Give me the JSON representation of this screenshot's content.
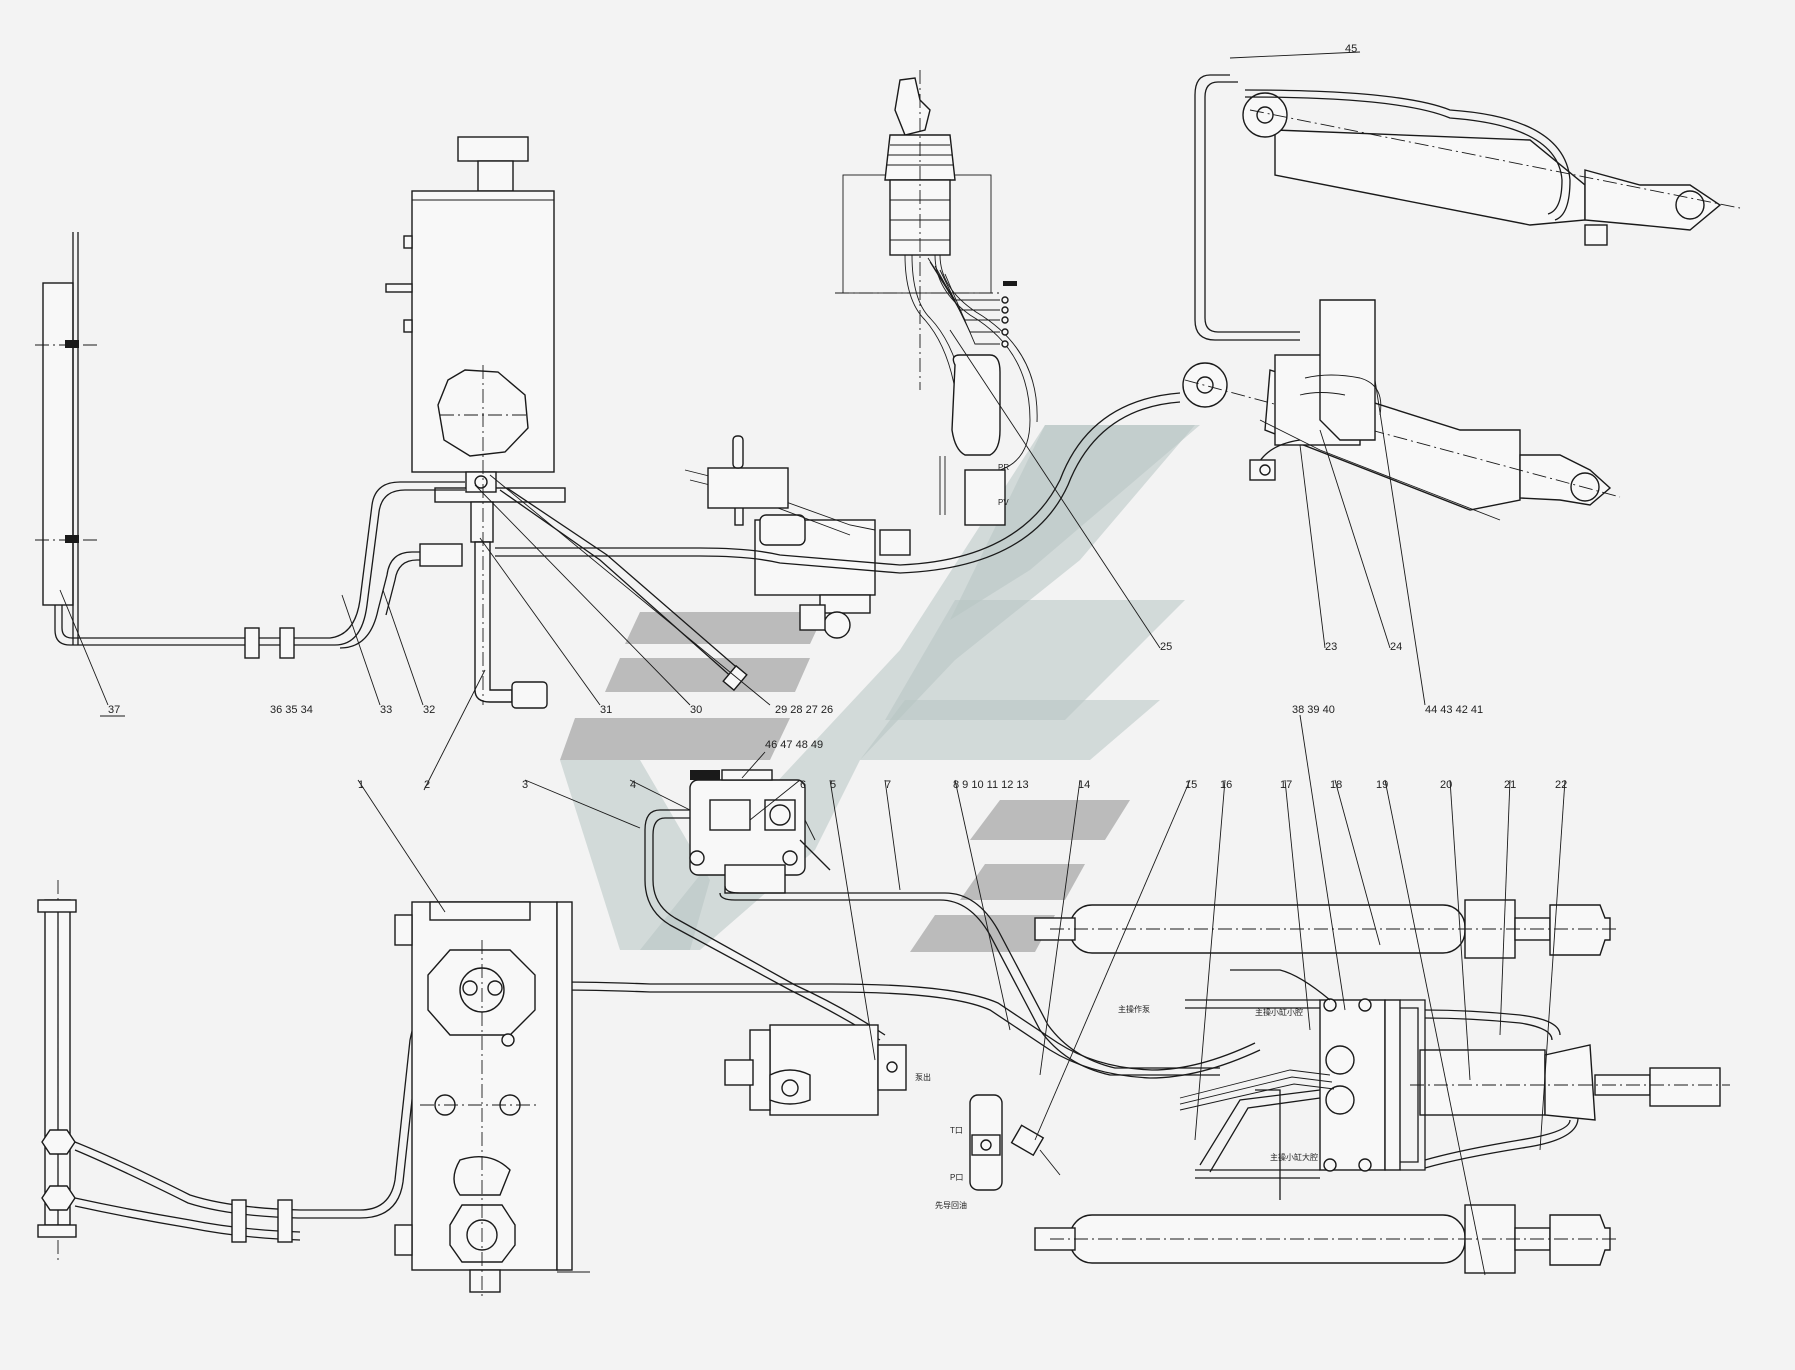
{
  "callouts": {
    "c1": "1",
    "c2": "2",
    "c3": "3",
    "c4": "4",
    "c5": "5",
    "c6": "6",
    "c7": "7",
    "c8_13": "8  9  10  11  12  13",
    "c14": "14",
    "c15": "15",
    "c16": "16",
    "c17": "17",
    "c18": "18",
    "c19": "19",
    "c20": "20",
    "c21": "21",
    "c22": "22",
    "c23": "23",
    "c24": "24",
    "c25": "25",
    "c26_29": "29  28  27  26",
    "c30": "30",
    "c31": "31",
    "c32": "32",
    "c33": "33",
    "c34_36": "36  35  34",
    "c37": "37",
    "c38_40": "38  39  40",
    "c41_44": "44  43  42  41",
    "c45": "45",
    "c46_49": "46  47  48  49"
  },
  "annotations": {
    "pr": "PR",
    "pv": "PV",
    "t_port": "T口",
    "p_port": "P口",
    "main_pump_note": "主操作泵",
    "small_cyl_note": "主操小缸小腔",
    "big_cyl_note": "主操小缸大腔",
    "drain_note": "先导回油",
    "pump_note": "泵出"
  },
  "watermark": {
    "color": "#b7c4c3"
  }
}
